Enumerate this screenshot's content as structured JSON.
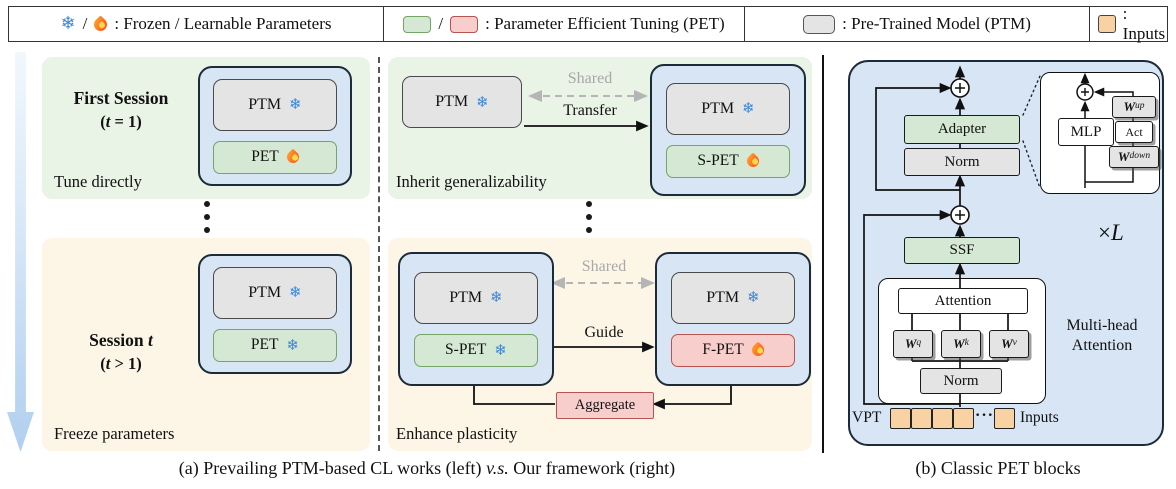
{
  "icons": {
    "snowflake": "❄",
    "slash": "/"
  },
  "colors": {
    "pet_green": "#d5e8d4",
    "pet_pink": "#f8cecc",
    "ptm_gray": "#e4e4e4",
    "inputs_orange": "#f9d2a4",
    "container_blue": "#d8e5f4",
    "panel_green_bg": "#e9f3e6",
    "panel_cream_bg": "#fdf6e7",
    "frozen_blue": "#3b86d6",
    "flame_orange": "#ff5f1f"
  },
  "legend": {
    "frozen_learnable_label": ": Frozen / Learnable Parameters",
    "pet_label": ": Parameter Efficient Tuning (PET)",
    "ptm_label": ": Pre-Trained Model (PTM)",
    "inputs_label": ": Inputs"
  },
  "panel_a": {
    "caption_pre": "(a) Prevailing PTM-based CL works (left) ",
    "caption_vs": "v.s.",
    "caption_post": " Our framework (right)",
    "left": {
      "first_session": {
        "title": "First Session",
        "subtitle_pre": "(",
        "subtitle_var": "t",
        "subtitle_post": " = 1)",
        "ptm": "PTM",
        "pet": "PET",
        "note": "Tune directly"
      },
      "session_t": {
        "title_pre": "Session ",
        "title_var": "t",
        "subtitle_pre": "(",
        "subtitle_var": "t",
        "subtitle_post": " > 1)",
        "ptm": "PTM",
        "pet": "PET",
        "note": "Freeze parameters"
      }
    },
    "right": {
      "top": {
        "ptm_source": "PTM",
        "shared_label": "Shared",
        "transfer_label": "Transfer",
        "ptm": "PTM",
        "spet": "S-PET",
        "note": "Inherit generalizability"
      },
      "bottom": {
        "ptm_left": "PTM",
        "spet": "S-PET",
        "shared_label": "Shared",
        "guide_label": "Guide",
        "ptm_right": "PTM",
        "fpet": "F-PET",
        "aggregate_label": "Aggregate",
        "note": "Enhance plasticity"
      }
    }
  },
  "panel_b": {
    "caption": "(b) Classic PET blocks",
    "vpt_label": "VPT",
    "inputs_label": "Inputs",
    "input_ellipsis": "···",
    "norm_bottom": "Norm",
    "w_q": {
      "base": "W",
      "sub": "q"
    },
    "w_k": {
      "base": "W",
      "sub": "k"
    },
    "w_v": {
      "base": "W",
      "sub": "v"
    },
    "attention": "Attention",
    "mha_line1": "Multi-head",
    "mha_line2": "Attention",
    "ssf": "SSF",
    "norm_top": "Norm",
    "adapter": "Adapter",
    "times": "×",
    "layers_var": "L",
    "detail": {
      "mlp": "MLP",
      "w_up": {
        "base": "W",
        "sub": "up"
      },
      "act": "Act",
      "w_down": {
        "base": "W",
        "sub": "down"
      }
    }
  }
}
